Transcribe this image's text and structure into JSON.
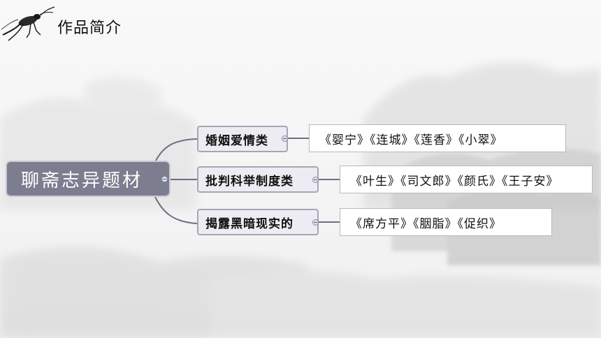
{
  "header": {
    "title": "作品简介",
    "icon": "cricket-icon"
  },
  "mindmap": {
    "root": {
      "label": "聊斋志异题材"
    },
    "branches": [
      {
        "label": "婚姻爱情类",
        "works": "《婴宁》《连城》《莲香》《小翠》"
      },
      {
        "label": "批判科举制度类",
        "works": "《叶生》《司文郎》《颜氏》《王子安》"
      },
      {
        "label": "揭露黑暗现实的",
        "works": "《席方平》《胭脂》《促织》"
      }
    ]
  },
  "colors": {
    "root_fill": "#7c7d8e",
    "branch_fill": "#ececf2",
    "connector": "#6f7082"
  }
}
